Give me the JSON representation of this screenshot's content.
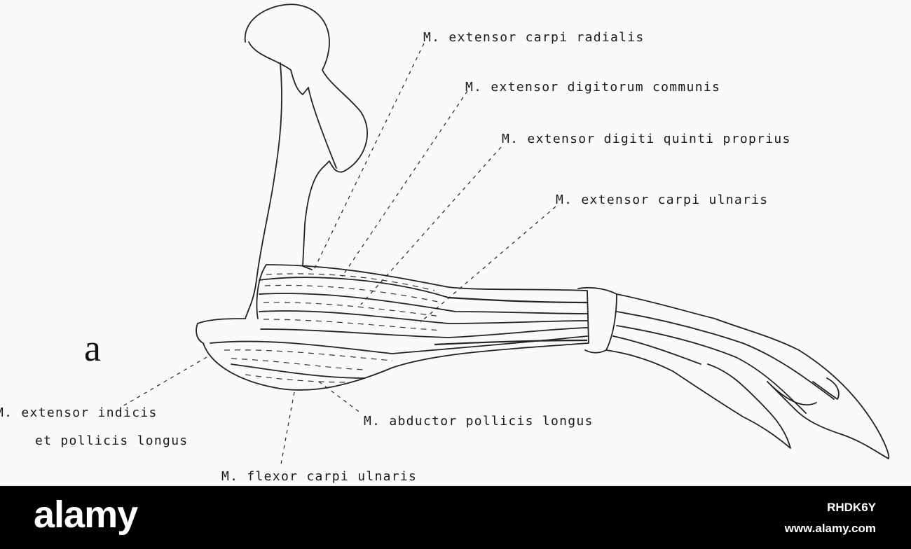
{
  "figure": {
    "panel_letter": "a",
    "labels": {
      "ecr": "M. extensor carpi radialis",
      "edc": "M. extensor digitorum communis",
      "edqp": "M. extensor digiti quinti proprius",
      "ecu": "M. extensor carpi ulnaris",
      "eipl_line1": "M. extensor indicis",
      "eipl_line2": "et pollicis longus",
      "apl": "M. abductor pollicis longus",
      "fcu": "M. flexor carpi ulnaris"
    }
  },
  "footer": {
    "brand": "alamy",
    "image_id": "RHDK6Y",
    "site": "www.alamy.com"
  }
}
